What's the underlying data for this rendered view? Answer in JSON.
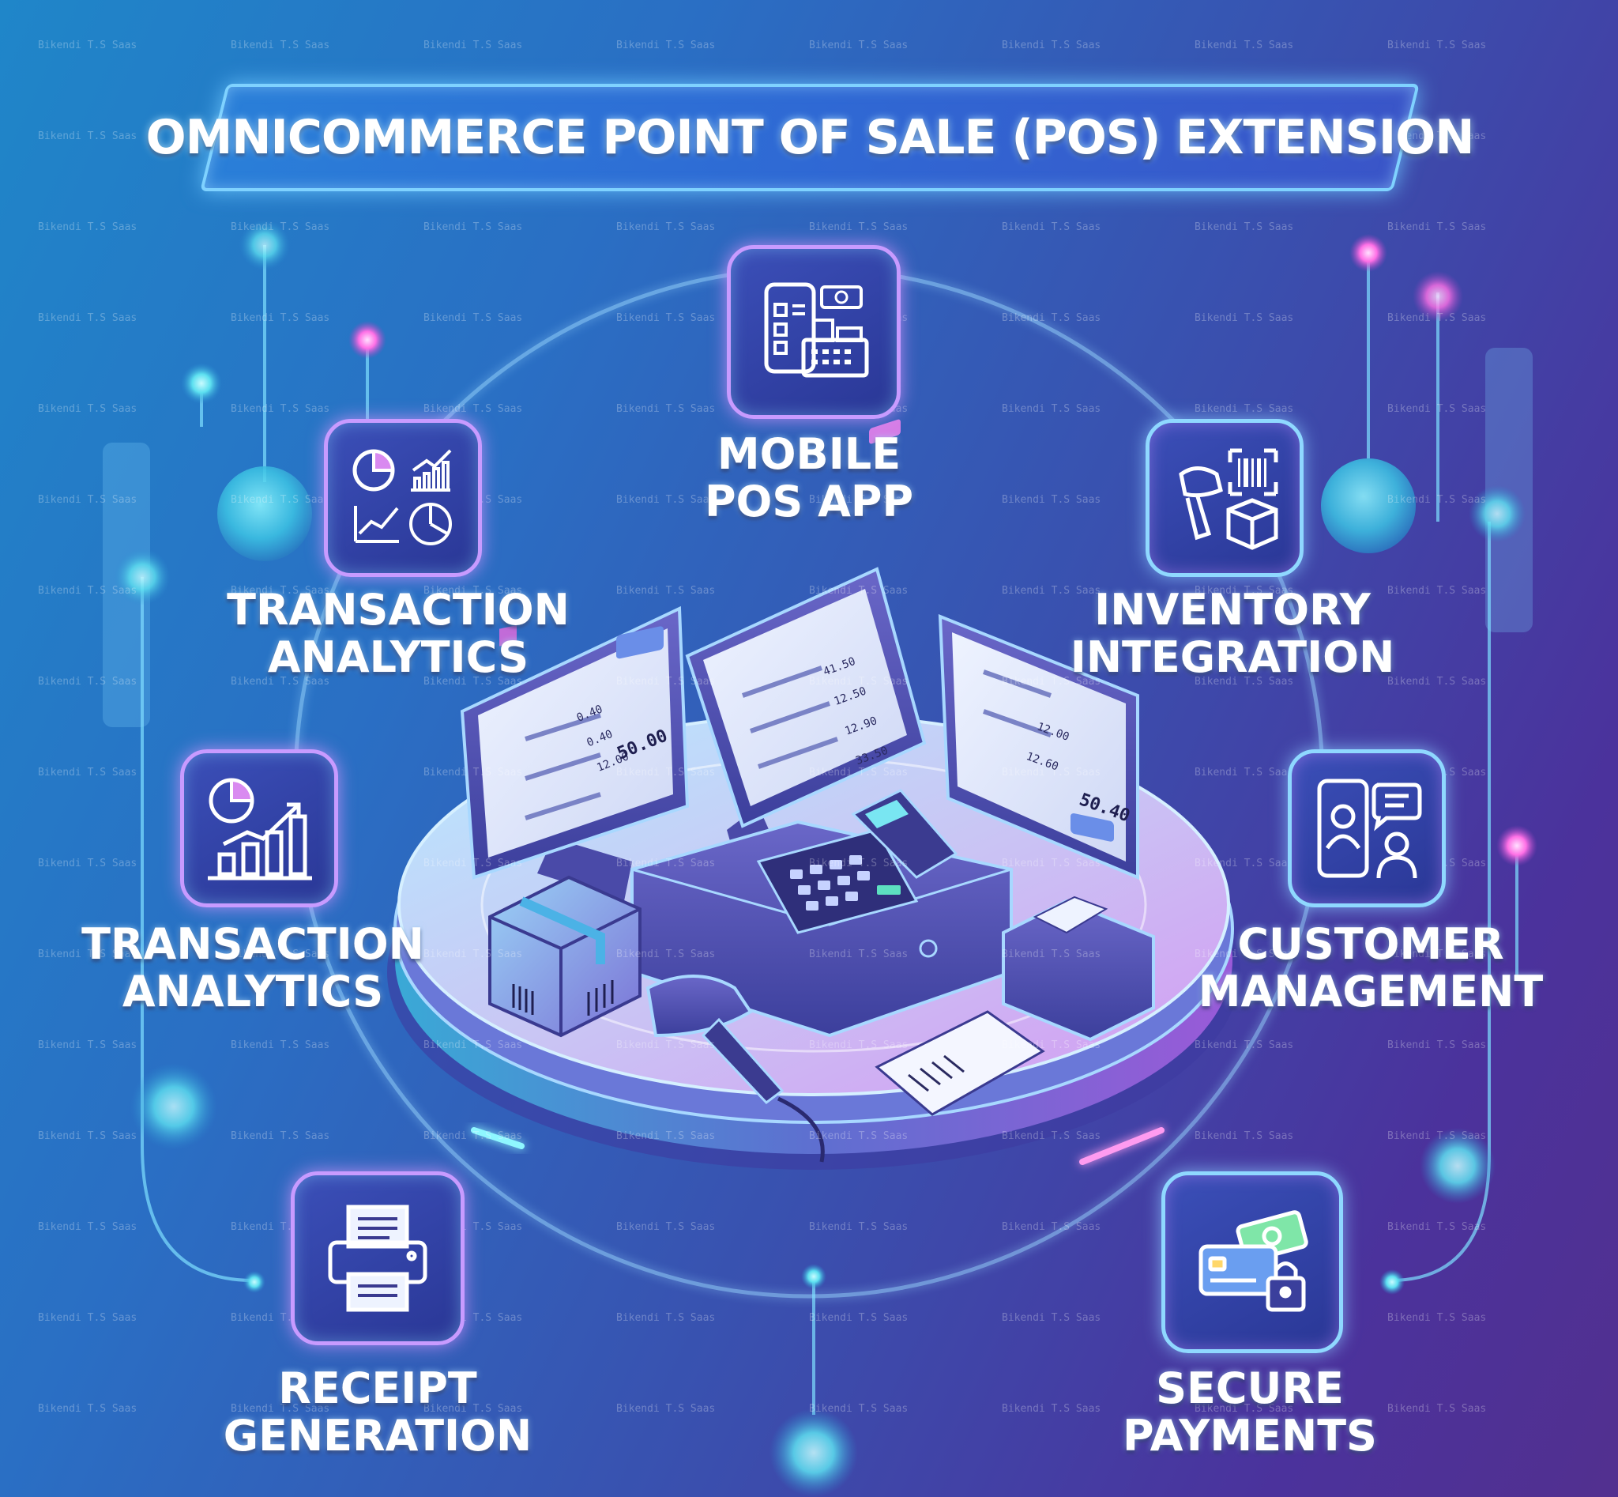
{
  "title": "OMNICOMMERCE POINT OF SALE (POS) EXTENSION",
  "watermark": "Bikendi T.S Saas",
  "features": {
    "mobile": {
      "line1": "MOBILE",
      "line2": "POS APP",
      "icon": "mobile-pos-icon"
    },
    "analytics_top": {
      "line1": "TRANSACTION",
      "line2": "ANALYTICS",
      "icon": "analytics-charts-icon"
    },
    "analytics_mid": {
      "line1": "TRANSACTION",
      "line2": "ANALYTICS",
      "icon": "growth-chart-icon"
    },
    "inventory": {
      "line1": "INVENTORY",
      "line2": "INTEGRATION",
      "icon": "barcode-scanner-icon"
    },
    "customer": {
      "line1": "CUSTOMER",
      "line2": "MANAGEMENT",
      "icon": "customer-profile-icon"
    },
    "receipt": {
      "line1": "RECEIPT",
      "line2": "GENERATION",
      "icon": "receipt-printer-icon"
    },
    "payments": {
      "line1": "SECURE",
      "line2": "PAYMENTS",
      "icon": "secure-payment-icon"
    }
  },
  "screens": {
    "left": {
      "values": [
        "0.40",
        "0.40",
        "12.00"
      ],
      "total": "50.00"
    },
    "center": {
      "values": [
        "41.50",
        "12.50",
        "12.90",
        "33.50"
      ]
    },
    "right": {
      "values": [
        "12.00",
        "12.60"
      ],
      "total": "50.40"
    }
  },
  "colors": {
    "accent_cyan": "#7fd2ff",
    "accent_purple": "#c89bff",
    "accent_pink": "#ff6fe0"
  }
}
